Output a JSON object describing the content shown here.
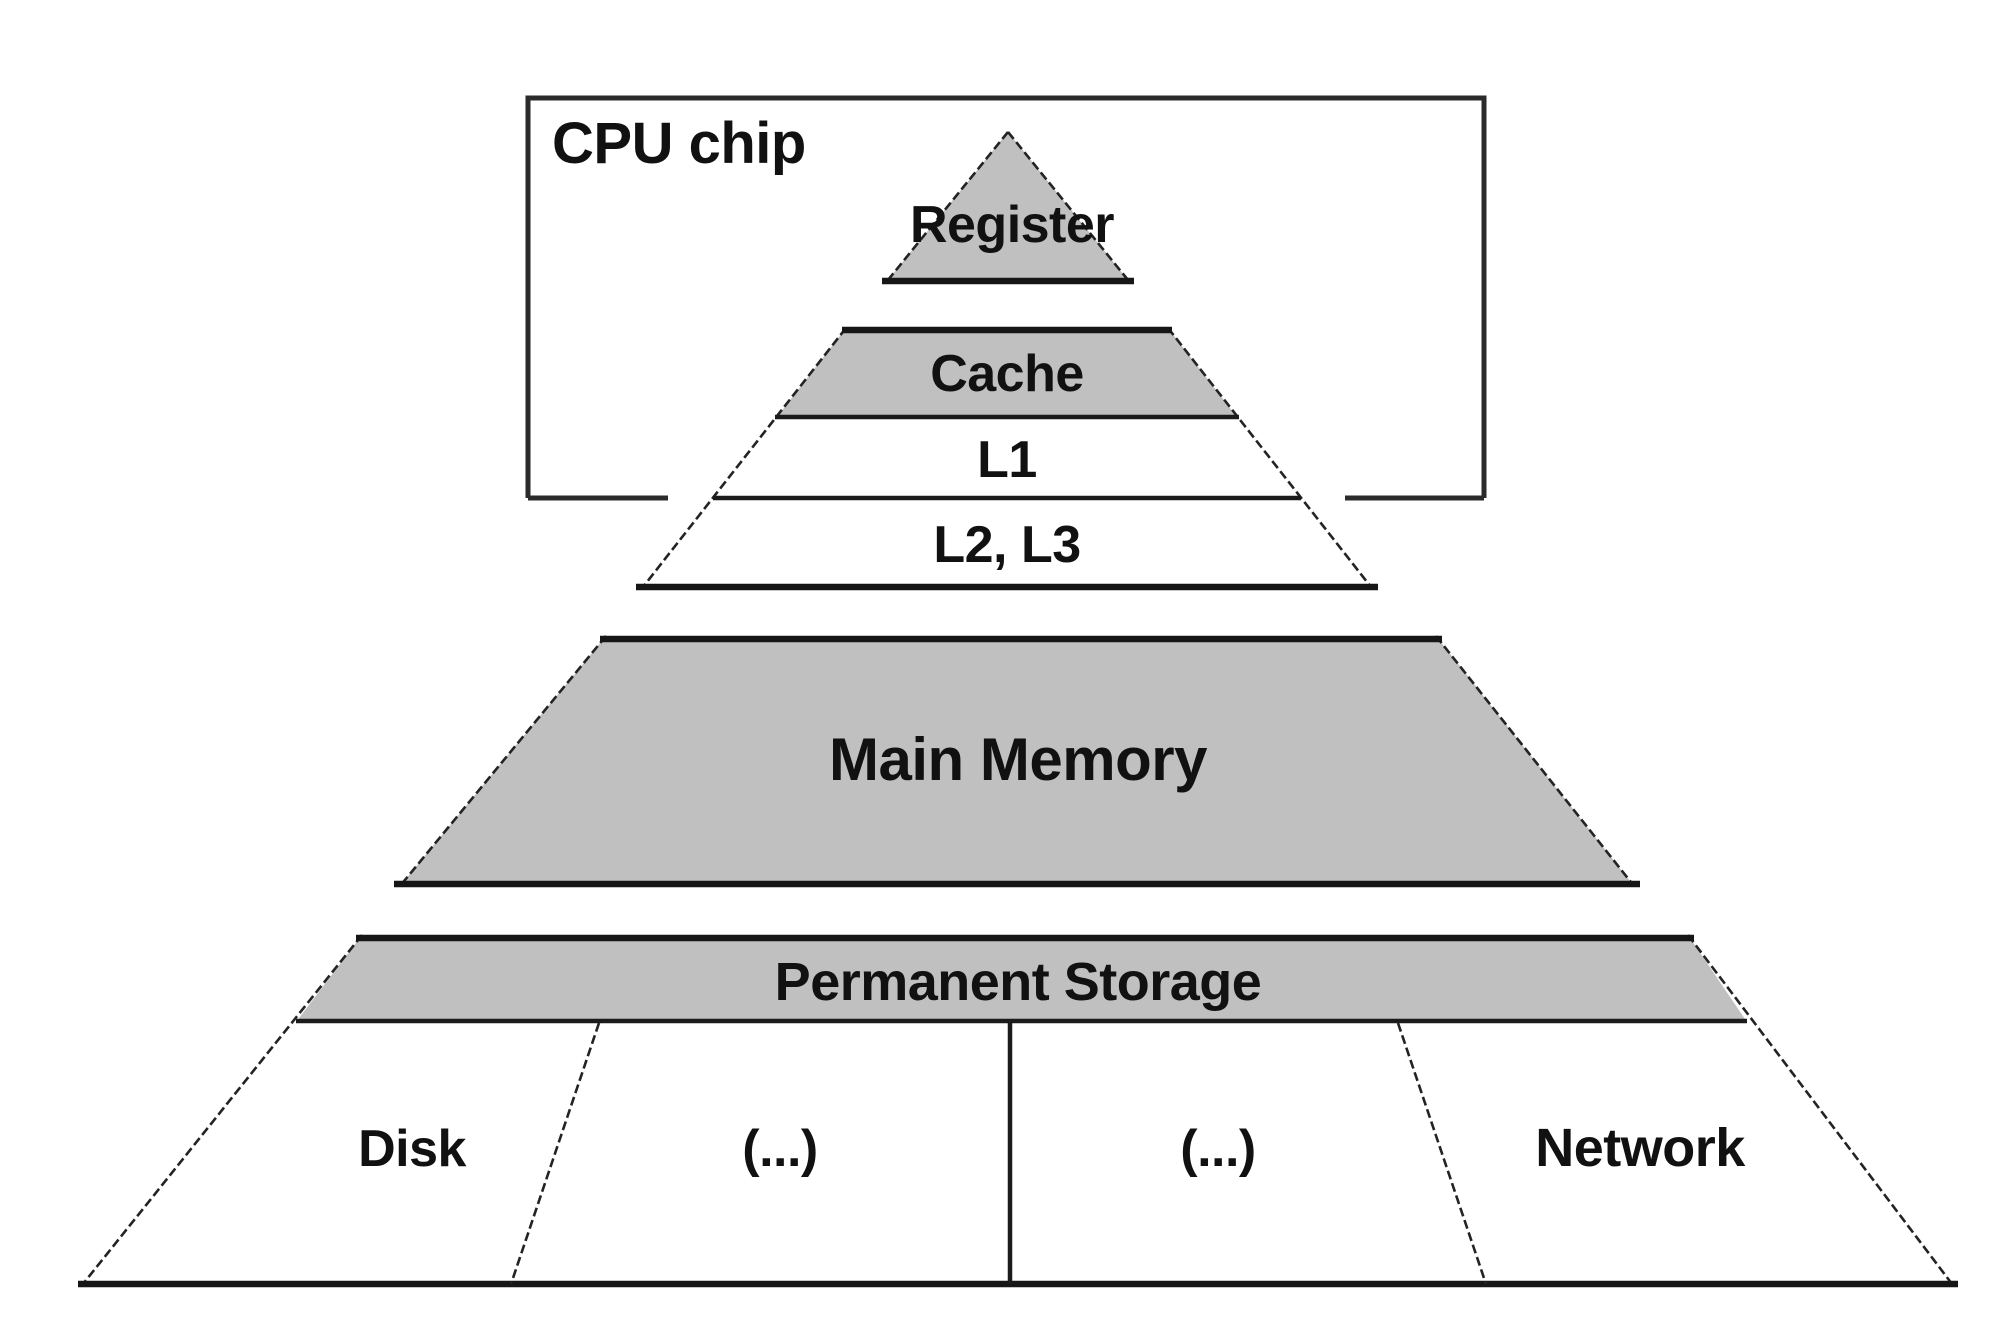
{
  "diagram": {
    "type": "memory-hierarchy-pyramid",
    "cpu_chip_label": "CPU chip",
    "levels": [
      {
        "id": "register",
        "label": "Register",
        "filled": true
      },
      {
        "id": "cache",
        "label": "Cache",
        "filled": true
      },
      {
        "id": "l1",
        "label": "L1",
        "filled": false
      },
      {
        "id": "l2-l3",
        "label": "L2, L3",
        "filled": false
      },
      {
        "id": "main-memory",
        "label": "Main Memory",
        "filled": true
      },
      {
        "id": "permanent-storage",
        "label": "Permanent Storage",
        "filled": true
      }
    ],
    "storage_cells": [
      {
        "id": "disk",
        "label": "Disk"
      },
      {
        "id": "etc-left",
        "label": "(...)"
      },
      {
        "id": "etc-right",
        "label": "(...)"
      },
      {
        "id": "network",
        "label": "Network"
      }
    ],
    "colors": {
      "level_fill_gray": "#c0c0c0",
      "line": "#1b1b1b",
      "background": "#ffffff",
      "text": "#111111"
    }
  }
}
